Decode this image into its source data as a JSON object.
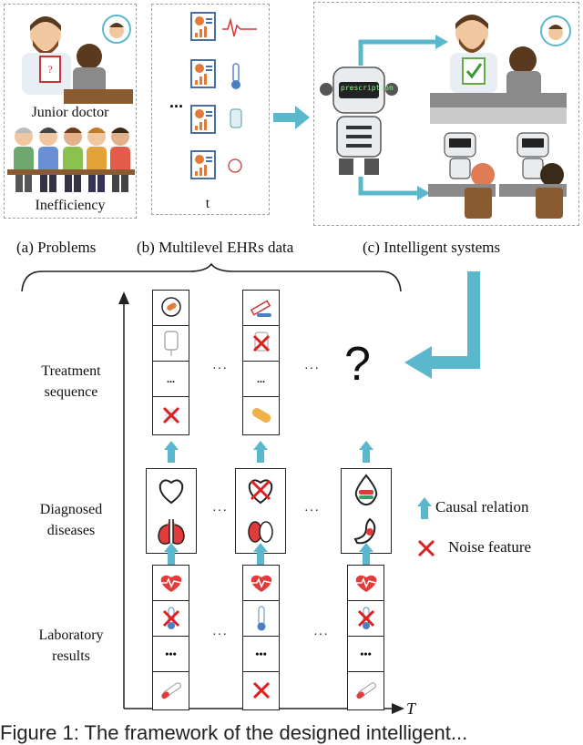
{
  "panels": {
    "a": {
      "caption": "(a) Problems",
      "junior_label": "Junior doctor",
      "inefficiency_label": "Inefficiency"
    },
    "b": {
      "caption": "(b) Multilevel EHRs data",
      "ellipsis": "...",
      "time_label": "t"
    },
    "c": {
      "caption": "(c) Intelligent systems",
      "robot_screen_text": "prescription"
    }
  },
  "rows": {
    "treatment": "Treatment sequence",
    "diagnosed": "Diagnosed diseases",
    "laboratory": "Laboratory results"
  },
  "cell_text": {
    "dots": "...",
    "bold_dots": "•••"
  },
  "between_columns": "···",
  "question_mark": "?",
  "axis_label": "T",
  "legend": {
    "causal": "Causal relation",
    "noise": "Noise feature"
  },
  "colors": {
    "arrow": "#5bb8cc",
    "noise": "#e02020",
    "heart": "#e23b3b",
    "thermo": "#4a7fc1"
  },
  "figure_caption": "Figure 1: The framework of the designed intelligent..."
}
